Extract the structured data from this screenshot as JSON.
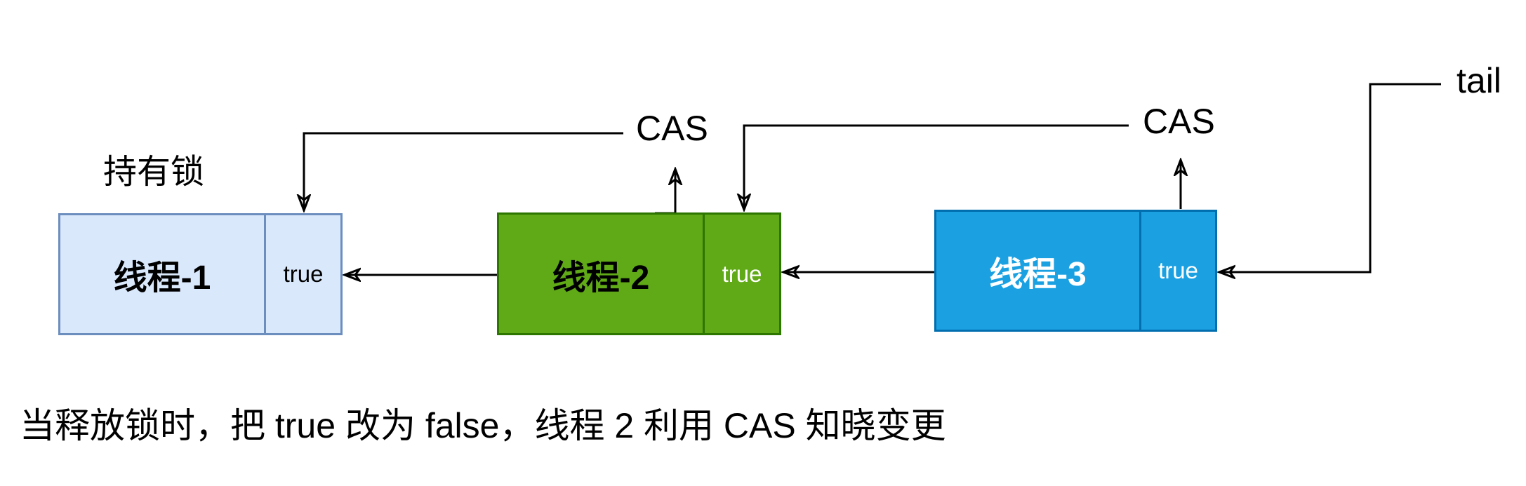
{
  "diagram": {
    "labels": {
      "lock_holder": "持有锁",
      "cas_left": "CAS",
      "cas_right": "CAS",
      "tail": "tail"
    },
    "nodes": [
      {
        "thread": "线程-1",
        "flag": "true"
      },
      {
        "thread": "线程-2",
        "flag": "true"
      },
      {
        "thread": "线程-3",
        "flag": "true"
      }
    ],
    "caption": "当释放锁时，把 true 改为 false，线程 2 利用 CAS 知晓变更",
    "colors": {
      "node1_fill": "#dae8fc",
      "node1_border": "#6c8ebf",
      "node1_text": "#000000",
      "node2_fill": "#60a917",
      "node2_border": "#2d7600",
      "node2_text": "#000000",
      "node2_flag_text": "#ffffff",
      "node3_fill": "#1ba1e2",
      "node3_border": "#006eaf",
      "node3_text": "#ffffff",
      "connector": "#000000"
    }
  }
}
